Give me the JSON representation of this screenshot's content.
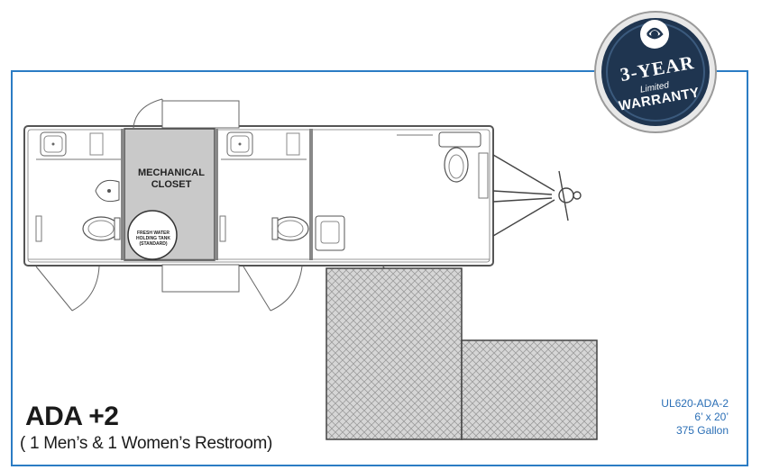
{
  "title": "ADA +2",
  "subtitle": "( 1 Men’s & 1 Women’s Restroom)",
  "model": {
    "code": "UL620-ADA-2",
    "size": "6’ x 20’",
    "capacity": "375 Gallon"
  },
  "rooms": {
    "mechanical_closet": "MECHANICAL CLOSET",
    "tank_label": "FRESH WATER HOLDING TANK (STANDARD)"
  },
  "badge": {
    "years": "3-YEAR",
    "limited": "Limited",
    "warranty": "WARRANTY"
  },
  "colors": {
    "frame": "#2b7cc4",
    "accent": "#2b6fb6",
    "badge_dark": "#1f3550",
    "closet": "#c9c9c9"
  }
}
